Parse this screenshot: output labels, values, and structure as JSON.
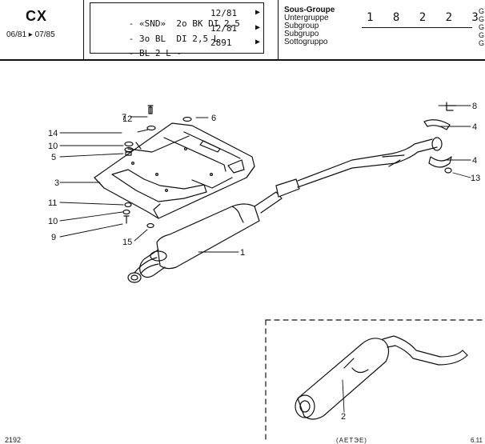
{
  "header": {
    "model": "CX",
    "period": "06/81 ▸ 07/85",
    "variants": [
      {
        "label": "- «SND»  2o BK DI 2,5",
        "date": "12/81",
        "arrow": "▶"
      },
      {
        "label": "- 3o BL  DI 2,5 L",
        "date": "12/81",
        "arrow": "▶"
      },
      {
        "label": "- BL 2 L -",
        "date": "2891",
        "arrow": "▶"
      }
    ],
    "subgroup_heading": "Sous-Groupe",
    "subgroup_translations": [
      "Untergruppe",
      "Subgroup",
      "Subgrupo",
      "Sottogruppo"
    ],
    "subgroup_code": "1 8 2 2 3",
    "right_letters": [
      "G",
      "G",
      "G",
      "G",
      "G"
    ]
  },
  "callouts": {
    "c1": "1",
    "c2": "2",
    "c3": "3",
    "c4a": "4",
    "c4b": "4",
    "c5": "5",
    "c6": "6",
    "c7": "7",
    "c8": "8",
    "c9": "9",
    "c10a": "10",
    "c10b": "10",
    "c11": "11",
    "c12": "12",
    "c13": "13",
    "c14": "14",
    "c15": "15"
  },
  "footer": {
    "left": "2192",
    "middle": "(АЕТЭЕ)",
    "right": "6.11"
  }
}
